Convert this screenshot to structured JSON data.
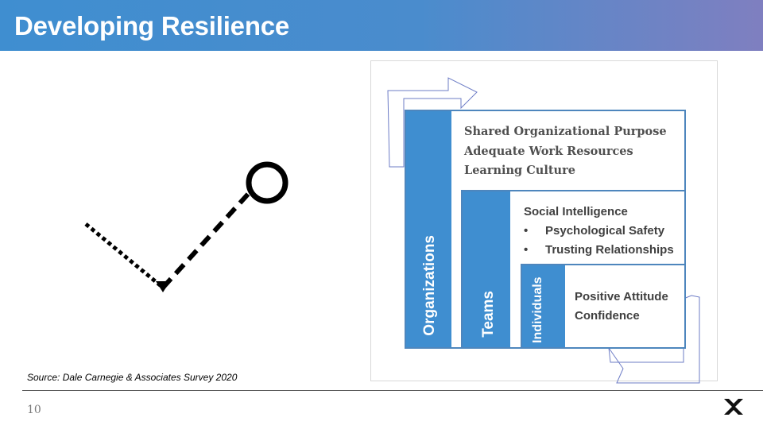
{
  "slide": {
    "title": "Developing Resilience",
    "source": "Source: Dale Carnegie & Associates Survey 2020",
    "page_number": "10"
  },
  "diagram": {
    "organizations": {
      "label": "Organizations",
      "items": [
        "Shared Organizational Purpose",
        "Adequate Work Resources",
        "Learning Culture"
      ]
    },
    "teams": {
      "label": "Teams",
      "title": "Social Intelligence",
      "bullet": "•",
      "items": [
        "Psychological Safety",
        "Trusting Relationships"
      ]
    },
    "individuals": {
      "label": "Individuals",
      "items": [
        "Positive Attitude",
        "Confidence"
      ]
    }
  },
  "colors": {
    "accent_blue": "#3f8ed0",
    "box_border": "#4e86bd",
    "title_gradient_end": "#7f7fc0",
    "arrow_outline": "#6d7cc6"
  },
  "icons": [
    "dotted-checkmark-icon",
    "circle-endpoint-icon",
    "brand-logo-icon"
  ]
}
